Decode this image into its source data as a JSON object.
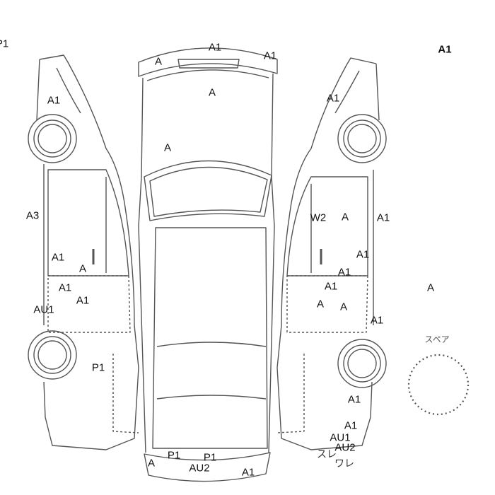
{
  "diagram": {
    "spare_label": "スペア",
    "damage_labels": [
      {
        "id": "edge-left",
        "text": "P1"
      },
      {
        "id": "top-right-legend",
        "text": "A1"
      },
      {
        "id": "roof-top-left",
        "text": "A"
      },
      {
        "id": "roof-top-center",
        "text": "A1"
      },
      {
        "id": "roof-top-right",
        "text": "A1"
      },
      {
        "id": "hood-center",
        "text": "A"
      },
      {
        "id": "windshield-left",
        "text": "A"
      },
      {
        "id": "left-front-fender",
        "text": "A1"
      },
      {
        "id": "right-front-fender",
        "text": "A1"
      },
      {
        "id": "left-front-door-edge",
        "text": "A3"
      },
      {
        "id": "left-door-upper",
        "text": "A1"
      },
      {
        "id": "left-door-handle",
        "text": "A"
      },
      {
        "id": "left-rear-door-1",
        "text": "A1"
      },
      {
        "id": "left-rear-door-2",
        "text": "A1"
      },
      {
        "id": "left-rocker",
        "text": "AU1"
      },
      {
        "id": "left-rear-wheel",
        "text": "P1"
      },
      {
        "id": "right-door-w2",
        "text": "W2"
      },
      {
        "id": "right-door-a",
        "text": "A"
      },
      {
        "id": "right-door-edge",
        "text": "A1"
      },
      {
        "id": "right-door-handle",
        "text": "A1"
      },
      {
        "id": "right-rear-door-1",
        "text": "A1"
      },
      {
        "id": "right-rear-door-2",
        "text": "A1"
      },
      {
        "id": "right-rear-door-3",
        "text": "A"
      },
      {
        "id": "right-rear-door-4",
        "text": "A"
      },
      {
        "id": "right-rocker",
        "text": "A1"
      },
      {
        "id": "far-right",
        "text": "A"
      },
      {
        "id": "right-quarter",
        "text": "A1"
      },
      {
        "id": "right-bumper-1",
        "text": "A1"
      },
      {
        "id": "right-bumper-2",
        "text": "AU1"
      },
      {
        "id": "right-bumper-3",
        "text": "AU2"
      },
      {
        "id": "rear-bumper-left",
        "text": "A"
      },
      {
        "id": "rear-bumper-p1a",
        "text": "P1"
      },
      {
        "id": "rear-bumper-p1b",
        "text": "P1"
      },
      {
        "id": "rear-bumper-au2",
        "text": "AU2"
      },
      {
        "id": "rear-bumper-a1",
        "text": "A1"
      }
    ],
    "jp_labels": [
      {
        "id": "scratch",
        "text": "スレ"
      },
      {
        "id": "crack",
        "text": "ワレ"
      }
    ]
  }
}
